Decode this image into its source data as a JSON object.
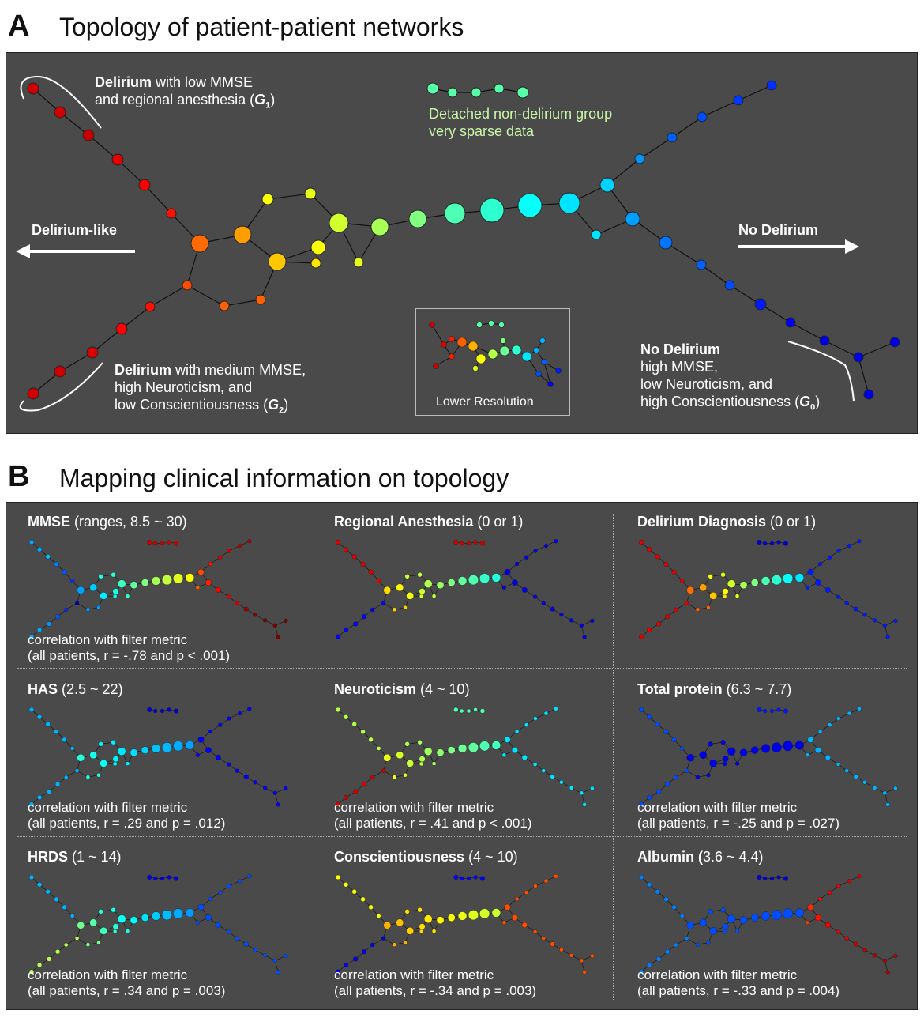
{
  "panel_a": {
    "label": "A",
    "title": "Topology of patient-patient networks",
    "g1": {
      "bold": "Delirium",
      "line1": " with low MMSE",
      "line2": "and regional anesthesia (",
      "sym": "G",
      "sub": "1",
      "close": ")"
    },
    "detached": {
      "line1": "Detached non-delirium group",
      "line2": "very sparse data"
    },
    "left_arrow": "Delirium-like",
    "right_arrow": "No Delirium",
    "g2": {
      "bold": "Delirium",
      "line1": " with medium MMSE,",
      "line2": "high Neuroticism, and",
      "line3": "low Conscientiousness (",
      "sym": "G",
      "sub": "2",
      "close": ")"
    },
    "g0": {
      "bold": "No Delirium",
      "line2": "high MMSE,",
      "line3": "low Neuroticism, and",
      "line4": "high Conscientiousness (",
      "sym": "G",
      "sub": "0",
      "close": ")"
    },
    "inset_label": "Lower Resolution"
  },
  "panel_b": {
    "label": "B",
    "title": "Mapping clinical information on topology",
    "cells": [
      {
        "name": "MMSE",
        "range": " (ranges, 8.5 ~ 30)",
        "corr1": "correlation with filter metric",
        "r": ".78",
        "rsign": "-",
        "p": "< .001",
        "pcomp": "<",
        "colormode": "mmse"
      },
      {
        "name": "Regional Anesthesia",
        "range": " (0 or 1)",
        "colormode": "regional"
      },
      {
        "name": "Delirium Diagnosis",
        "range": " (0 or 1)",
        "colormode": "delirium"
      },
      {
        "name": "HAS",
        "range": " (2.5 ~ 22)",
        "corr1": "correlation with filter metric",
        "r": ".29",
        "rsign": "",
        "p": ".012",
        "pcomp": "=",
        "colormode": "has"
      },
      {
        "name": "Neuroticism",
        "range": " (4 ~ 10)",
        "corr1": "correlation with filter metric",
        "r": ".41",
        "rsign": "",
        "p": ".001",
        "pcomp": "<",
        "colormode": "neuro"
      },
      {
        "name": "Total protein",
        "range": " (6.3 ~ 7.7)",
        "corr1": "correlation with filter metric",
        "r": ".25",
        "rsign": "-",
        "p": ".027",
        "pcomp": "=",
        "colormode": "protein"
      },
      {
        "name": "HRDS",
        "range": " (1 ~ 14)",
        "corr1": "correlation with filter metric",
        "r": ".34",
        "rsign": "",
        "p": ".003",
        "pcomp": "=",
        "colormode": "hrds"
      },
      {
        "name": "Conscientiousness",
        "range": " (4 ~ 10)",
        "corr1": "correlation with filter metric",
        "r": ".34",
        "rsign": "-",
        "p": ".003",
        "pcomp": "=",
        "colormode": "consc"
      },
      {
        "name": "Albumin",
        "range": "3.6 ~ 4.4)",
        "namesuffix": " (",
        "corr1": "correlation with filter metric",
        "r": ".33",
        "rsign": "-",
        "p": ".004",
        "pcomp": "=",
        "colormode": "albumin"
      }
    ],
    "corr_lines": [
      "(all patients, r = -.78 and p < .001)",
      "",
      "",
      "(all patients, r = .29 and p = .012)",
      "(all patients, r = .41 and p < .001)",
      "(all patients, r = -.25 and p = .027)",
      "(all patients, r = .34 and p = .003)",
      "(all patients, r = -.34 and p = .003)",
      "(all patients, r = -.33 and p = .004)"
    ]
  },
  "colors": {
    "panel_bg": "#4a4a4a",
    "edge": "#111111",
    "text": "#ffffff",
    "green_text": "#c9f7a7"
  }
}
